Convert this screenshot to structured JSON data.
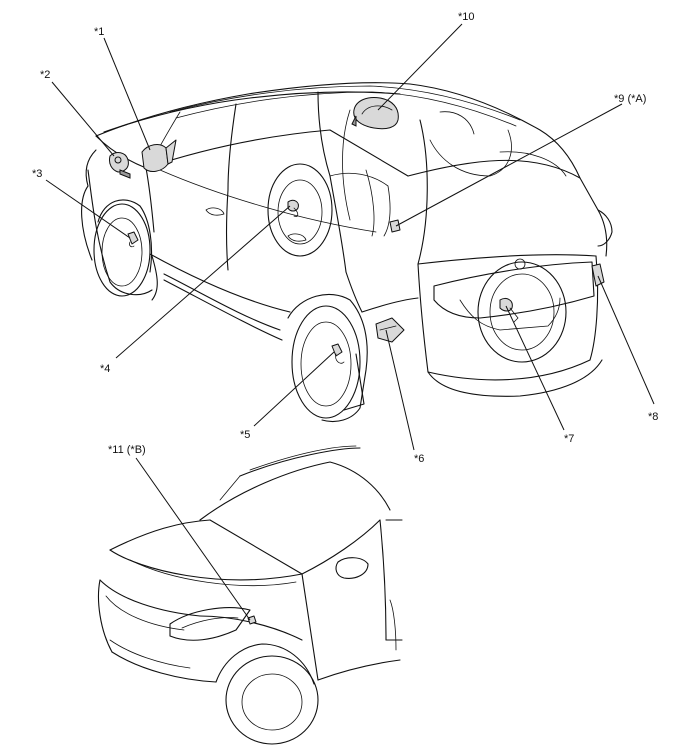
{
  "diagram": {
    "callouts": {
      "c1": "*1",
      "c2": "*2",
      "c3": "*3",
      "c4": "*4",
      "c5": "*5",
      "c6": "*6",
      "c7": "*7",
      "c8": "*8",
      "c9": "*9 (*A)",
      "c10": "*10",
      "c11": "*11 (*B)"
    }
  }
}
